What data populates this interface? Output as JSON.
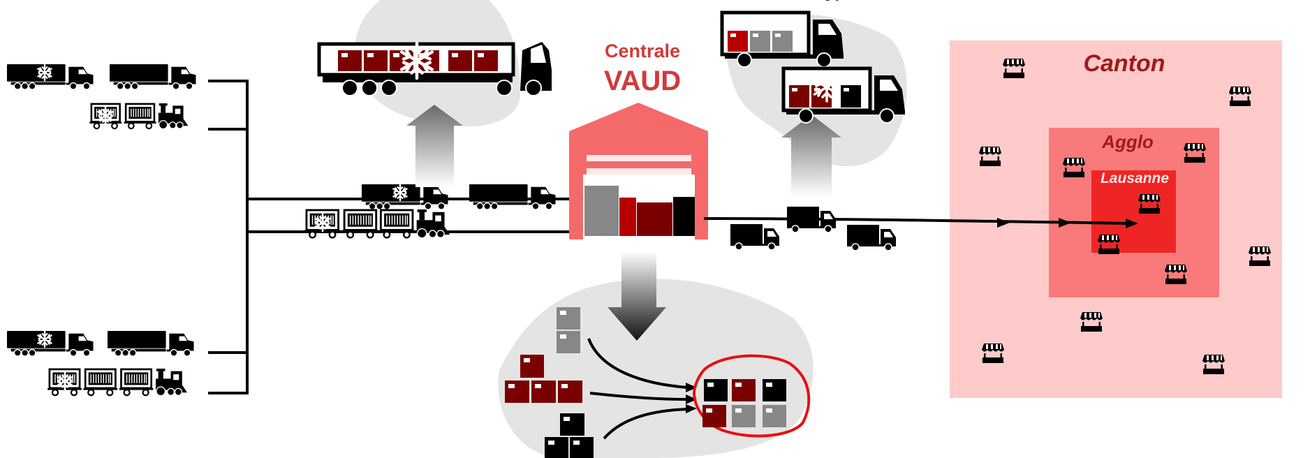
{
  "labels": {
    "centrale": "Centrale",
    "vaud": "VAUD",
    "canton": "Canton",
    "agglo": "Agglo",
    "lausanne": "Lausanne",
    "top_text": "g   y"
  },
  "colors": {
    "grey_blob": "#e4e4e4",
    "canton_zone": "#ffcaca",
    "agglo_zone": "#f87a7a",
    "lausanne_zone": "#ef2525",
    "warehouse": "#f46a6a",
    "dark_red": "#7a0000",
    "red": "#b70000",
    "grey_box": "#878787",
    "black": "#000000",
    "circle_red": "#e81010"
  },
  "icons": [
    "snowflake-icon",
    "truck-icon",
    "train-icon",
    "van-icon",
    "market-stall-icon",
    "box-icon",
    "warehouse-icon",
    "arrow-icon"
  ]
}
